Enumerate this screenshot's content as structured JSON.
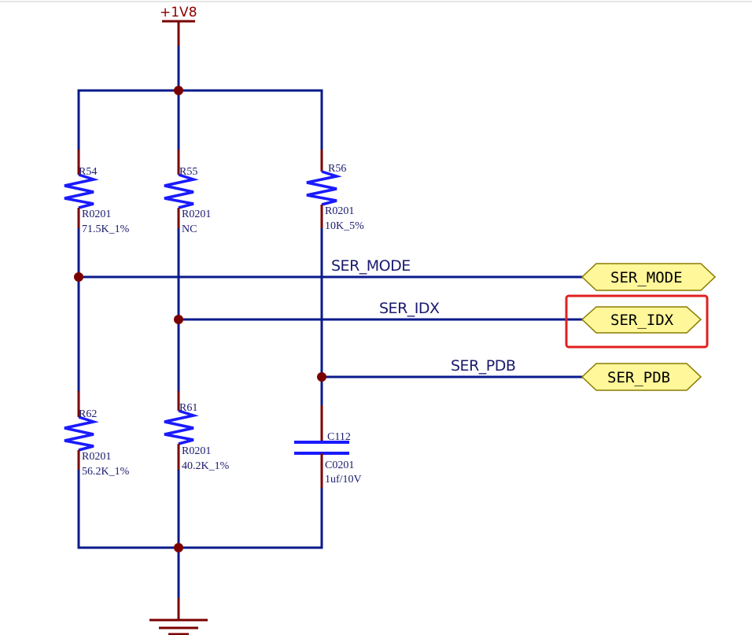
{
  "power": {
    "label": "+1V8"
  },
  "components": [
    {
      "ref": "R54",
      "footprint": "R0201",
      "value": "71.5K_1%"
    },
    {
      "ref": "R55",
      "footprint": "R0201",
      "value": "NC"
    },
    {
      "ref": "R56",
      "footprint": "R0201",
      "value": "10K_5%"
    },
    {
      "ref": "R62",
      "footprint": "R0201",
      "value": "56.2K_1%"
    },
    {
      "ref": "R61",
      "footprint": "R0201",
      "value": "40.2K_1%"
    },
    {
      "ref": "C112",
      "footprint": "C0201",
      "value": "1uf/10V"
    }
  ],
  "nets": [
    {
      "name": "SER_MODE",
      "port": "SER_MODE"
    },
    {
      "name": "SER_IDX",
      "port": "SER_IDX",
      "highlighted": true
    },
    {
      "name": "SER_PDB",
      "port": "SER_PDB"
    }
  ],
  "colors": {
    "wire": "#0a1a8c",
    "symbol": "#1a1aff",
    "pin": "#7a0000",
    "port_fill": "#fff79a",
    "highlight": "#e02020"
  }
}
